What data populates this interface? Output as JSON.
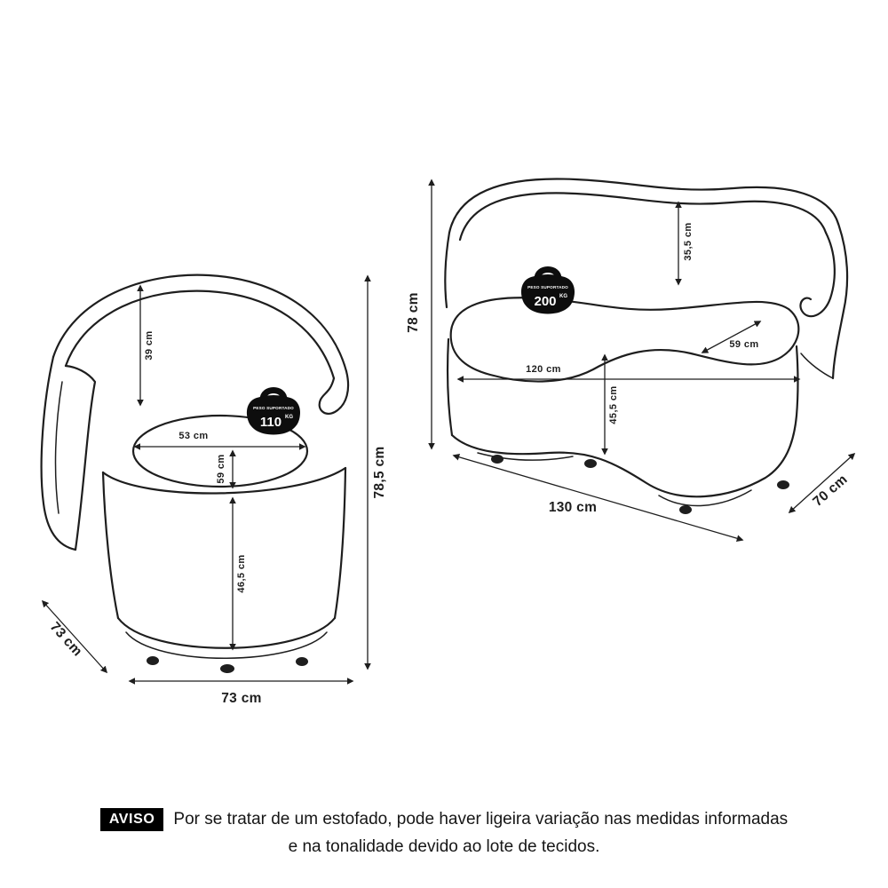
{
  "diagram": {
    "background": "#ffffff",
    "line_color": "#1e1e1e"
  },
  "chair": {
    "weight_badge": {
      "label": "PESO SUPORTADO",
      "value": "110",
      "unit": "KG"
    },
    "dimensions": {
      "back_height": "39 cm",
      "seat_width": "53 cm",
      "seat_depth": "59 cm",
      "seat_height": "46,5 cm",
      "total_height": "78,5 cm",
      "depth": "73 cm",
      "width": "73 cm"
    }
  },
  "sofa": {
    "weight_badge": {
      "label": "PESO SUPORTADO",
      "value": "200",
      "unit": "KG"
    },
    "dimensions": {
      "total_height": "78 cm",
      "back_height": "35,5 cm",
      "seat_depth": "59 cm",
      "inner_width": "120 cm",
      "seat_height": "45,5 cm",
      "width": "130 cm",
      "depth": "70 cm"
    }
  },
  "notice": {
    "badge": "AVISO",
    "text_line1": "Por se tratar de um estofado, pode haver ligeira variação nas medidas informadas",
    "text_line2": "e na tonalidade devido ao lote de tecidos."
  }
}
